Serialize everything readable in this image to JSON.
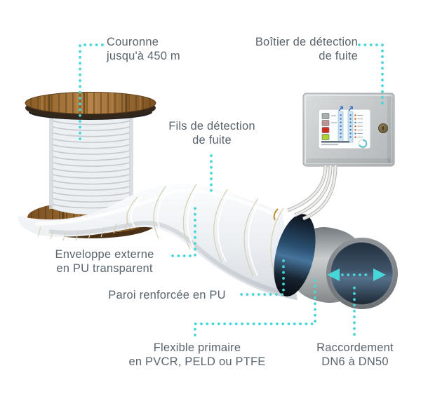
{
  "diagram": {
    "labels": {
      "couronne": {
        "line1": "Couronne",
        "line2": "jusqu'à 450 m"
      },
      "boitier": {
        "line1": "Boîtier de détection",
        "line2": "de fuite"
      },
      "fils": {
        "line1": "Fils de détection",
        "line2": "de fuite"
      },
      "enveloppe": {
        "line1": "Enveloppe externe",
        "line2": "en PU transparent"
      },
      "paroi": {
        "line1": "Paroi renforcée en PU"
      },
      "flexible": {
        "line1": "Flexible primaire",
        "line2": "en PVCR, PELD ou PTFE"
      },
      "raccordement": {
        "line1": "Raccordement",
        "line2": "DN6 à DN50"
      }
    },
    "colors": {
      "accent_teal": "#47d7d9",
      "label_text": "#59646c",
      "pipe_white": "#eef1f4",
      "reinforced_wall_navy": "#1a2c3e",
      "primary_hose_gray": "#b4b8b9",
      "wood_brown": "#9a6a32",
      "box_gray": "#c6cacc"
    },
    "icons": [
      "diameter-arrow-icon",
      "lock-icon",
      "led-strip-icon",
      "logo-icon"
    ]
  }
}
